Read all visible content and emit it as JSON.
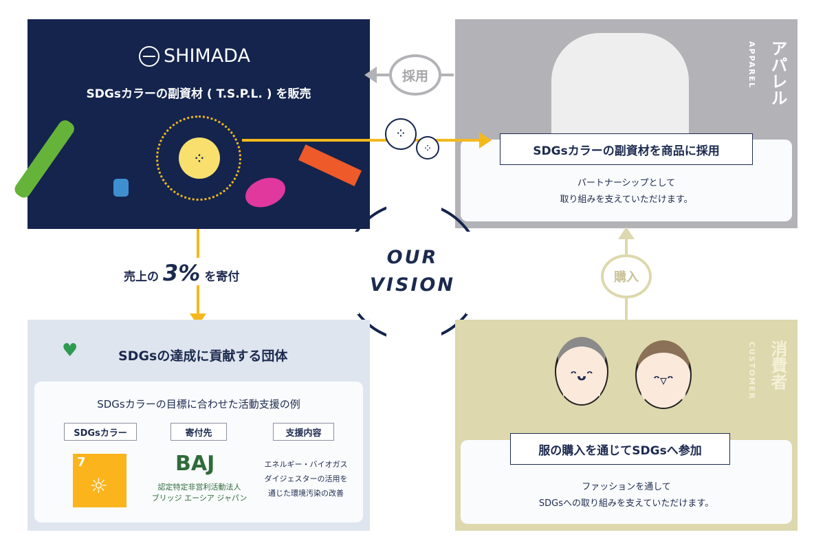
{
  "shimada": {
    "logo": "SHIMADA",
    "title": "SDGsカラーの副資材 ( T.S.P.L. ) を販売"
  },
  "apparel": {
    "title_jp": "アパレル",
    "title_en": "APPAREL",
    "label": "SDGsカラーの副資材を商品に採用",
    "desc_line1": "パートナーシップとして",
    "desc_line2": "取り組みを支えていただけます。"
  },
  "arrows": {
    "adopt": "採用",
    "purchase": "購入",
    "donation_prefix": "売上の",
    "donation_value": "3%",
    "donation_suffix": "を寄付"
  },
  "vision": {
    "line1": "OUR",
    "line2": "VISION"
  },
  "org": {
    "title": "SDGsの達成に貢献する団体",
    "card_title": "SDGsカラーの目標に合わせた活動支援の例",
    "col1": "SDGsカラー",
    "col2": "寄付先",
    "col3": "支援内容",
    "sdg_number": "7",
    "baj_logo": "BAJ",
    "donee_line1": "認定特定非営利活動法人",
    "donee_line2": "ブリッジ エーシア ジャパン",
    "support_line1": "エネルギー・バイオガス",
    "support_line2": "ダイジェスターの活用を",
    "support_line3": "通じた環境汚染の改善"
  },
  "customer": {
    "title_jp": "消費者",
    "title_en": "CUSTOMER",
    "label": "服の購入を通じてSDGsへ参加",
    "desc_line1": "ファッションを通して",
    "desc_line2": "SDGsへの取り組みを支えていただけます。"
  },
  "colors": {
    "navy": "#14244d",
    "yellow": "#f3b91c",
    "gray": "#b3b2b7",
    "khaki": "#ddd8ad",
    "lightblue": "#dfe5ef",
    "sdg7": "#fbb41c"
  }
}
